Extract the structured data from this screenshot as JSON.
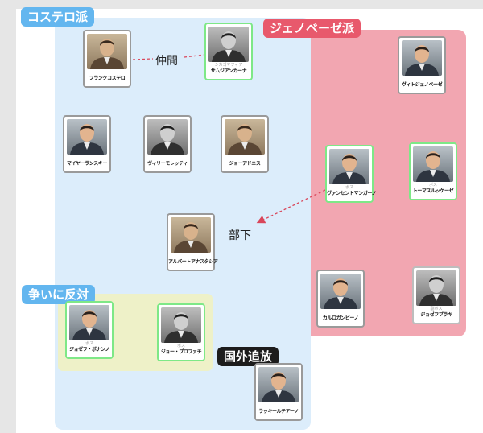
{
  "groups": {
    "costello": "コステロ派",
    "genovese": "ジェノベーゼ派",
    "oppose": "争いに反対",
    "exile": "国外追放"
  },
  "relations": {
    "nakama": "仲間",
    "buka": "部下"
  },
  "people": [
    {
      "id": "costello",
      "name": "フランクコステロ",
      "role": "",
      "photo": "sepia"
    },
    {
      "id": "giancana",
      "name": "サムジアンカーナ",
      "role": "シカゴマフィア",
      "photo": "bw",
      "highlight": "boss"
    },
    {
      "id": "genovese",
      "name": "ヴィトジェノベーゼ",
      "role": "",
      "photo": "color"
    },
    {
      "id": "lansky",
      "name": "マイヤーランスキー",
      "role": "",
      "photo": "color"
    },
    {
      "id": "moretti",
      "name": "ヴィリーモレッティ",
      "role": "",
      "photo": "bw"
    },
    {
      "id": "adonis",
      "name": "ジョーアドニス",
      "role": "",
      "photo": "sepia"
    },
    {
      "id": "mangano",
      "name": "ヴァンセントマンガーノ",
      "role": "ボス",
      "photo": "color",
      "highlight": "boss"
    },
    {
      "id": "lucchese",
      "name": "トーマスルッケーゼ",
      "role": "ボス",
      "photo": "color",
      "highlight": "boss"
    },
    {
      "id": "anastasia",
      "name": "アルバートアナスタシア",
      "role": "",
      "photo": "sepia"
    },
    {
      "id": "gambino",
      "name": "カルロガンビーノ",
      "role": "",
      "photo": "color"
    },
    {
      "id": "profaci2",
      "name": "ジョゼフプラキ",
      "role": "副ボス",
      "photo": "bw",
      "highlight": "underboss"
    },
    {
      "id": "bonanno",
      "name": "ジョゼフ・ボナンノ",
      "role": "ボス",
      "photo": "color",
      "highlight": "boss"
    },
    {
      "id": "profaci",
      "name": "ジョー・プロファチ",
      "role": "ボス",
      "photo": "bw",
      "highlight": "boss"
    },
    {
      "id": "luciano",
      "name": "ラッキールチアーノ",
      "role": "",
      "photo": "color"
    }
  ]
}
